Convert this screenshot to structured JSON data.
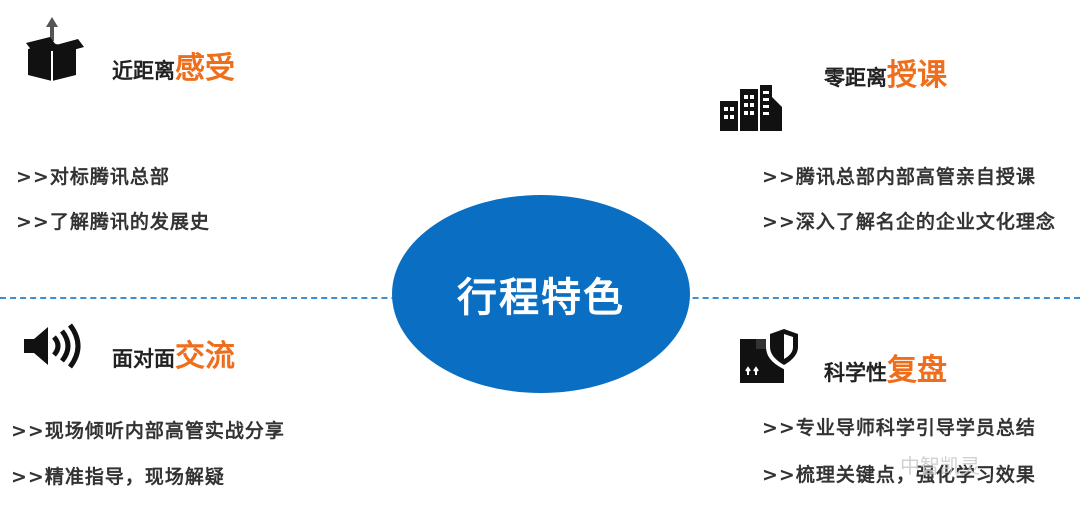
{
  "center": {
    "title": "行程特色"
  },
  "sections": {
    "top_left": {
      "icon": "open-box-icon",
      "heading_prefix": "近距离",
      "heading_accent": "感受",
      "items": [
        ">>对标腾讯总部",
        ">>了解腾讯的发展史"
      ]
    },
    "top_right": {
      "icon": "buildings-icon",
      "heading_prefix": "零距离",
      "heading_accent": "授课",
      "items": [
        ">>腾讯总部内部高管亲自授课",
        ">>深入了解名企的企业文化理念"
      ]
    },
    "bottom_left": {
      "icon": "speaker-icon",
      "heading_prefix": "面对面",
      "heading_accent": "交流",
      "items": [
        ">>现场倾听内部高管实战分享",
        ">>精准指导，现场解疑"
      ]
    },
    "bottom_right": {
      "icon": "shield-box-icon",
      "heading_prefix": "科学性",
      "heading_accent": "复盘",
      "items": [
        ">>专业导师科学引导学员总结",
        ">>梳理关键点，强化学习效果"
      ]
    }
  },
  "watermark": {
    "text": "中智凯灵"
  },
  "colors": {
    "accent": "#ee6e1c",
    "ellipse": "#0a6fc2",
    "divider": "#3b8fd4"
  }
}
